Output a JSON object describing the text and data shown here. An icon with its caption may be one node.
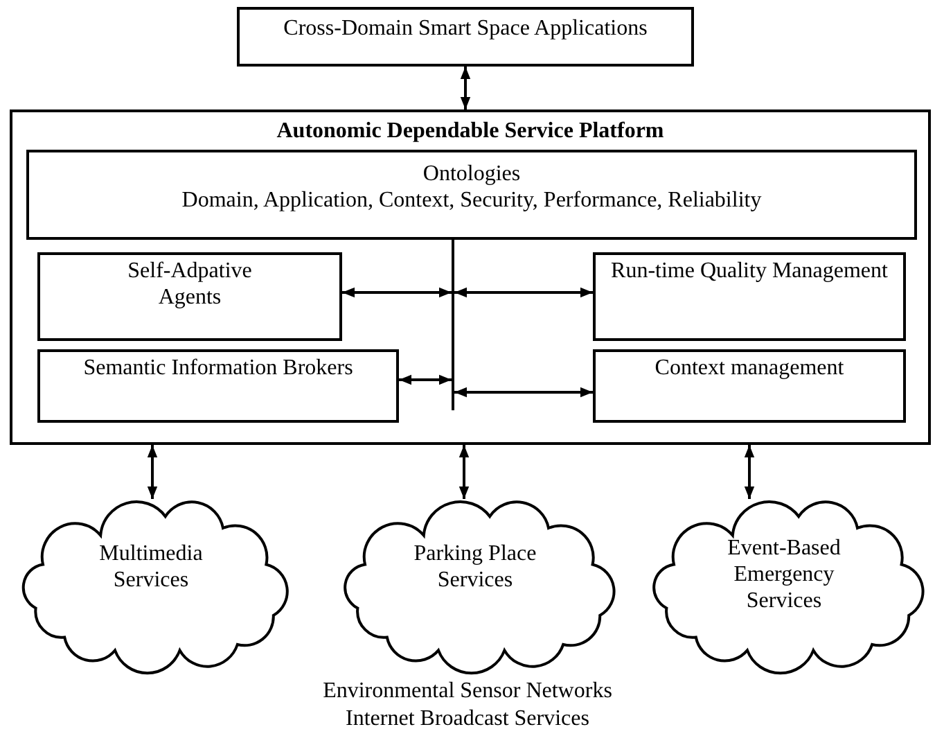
{
  "diagram": {
    "nodes": [
      {
        "text": [
          "Cross-Domain Smart Space Applications"
        ]
      },
      {
        "text": [
          "Autonomic Dependable Service Platform"
        ]
      },
      {
        "text": [
          "Ontologies",
          "Domain, Application, Context, Security, Performance, Reliability"
        ],
        "in": 1
      },
      {
        "text": [],
        "shape": "bar",
        "in": 1
      },
      {
        "text": [
          "Self-Adpative Agents"
        ],
        "in": 1
      },
      {
        "text": [
          "Run-time Quality Management"
        ],
        "in": 1
      },
      {
        "text": [
          "Semantic Information Brokers"
        ],
        "in": 1
      },
      {
        "text": [
          "Context management"
        ],
        "in": 1
      },
      {
        "text": [
          "Multimedia Services"
        ]
      },
      {
        "text": [
          "Parking Place Services"
        ]
      },
      {
        "text": [
          "Event-Based Emergency Services"
        ]
      }
    ],
    "edges": [
      {
        "from": 0,
        "to": 1,
        "arrow": "both"
      },
      {
        "from": 4,
        "to": 3,
        "arrow": "both"
      },
      {
        "from": 3,
        "to": 5,
        "arrow": "both"
      },
      {
        "from": 6,
        "to": 3,
        "arrow": "both"
      },
      {
        "from": 3,
        "to": 7,
        "arrow": "both"
      },
      {
        "from": 1,
        "to": 8,
        "arrow": "both"
      },
      {
        "from": 1,
        "to": 9,
        "arrow": "both"
      },
      {
        "from": 1,
        "to": 10,
        "arrow": "both"
      }
    ],
    "labels": [
      "Environmental Sensor Networks",
      "Internet Broadcast Services"
    ]
  }
}
